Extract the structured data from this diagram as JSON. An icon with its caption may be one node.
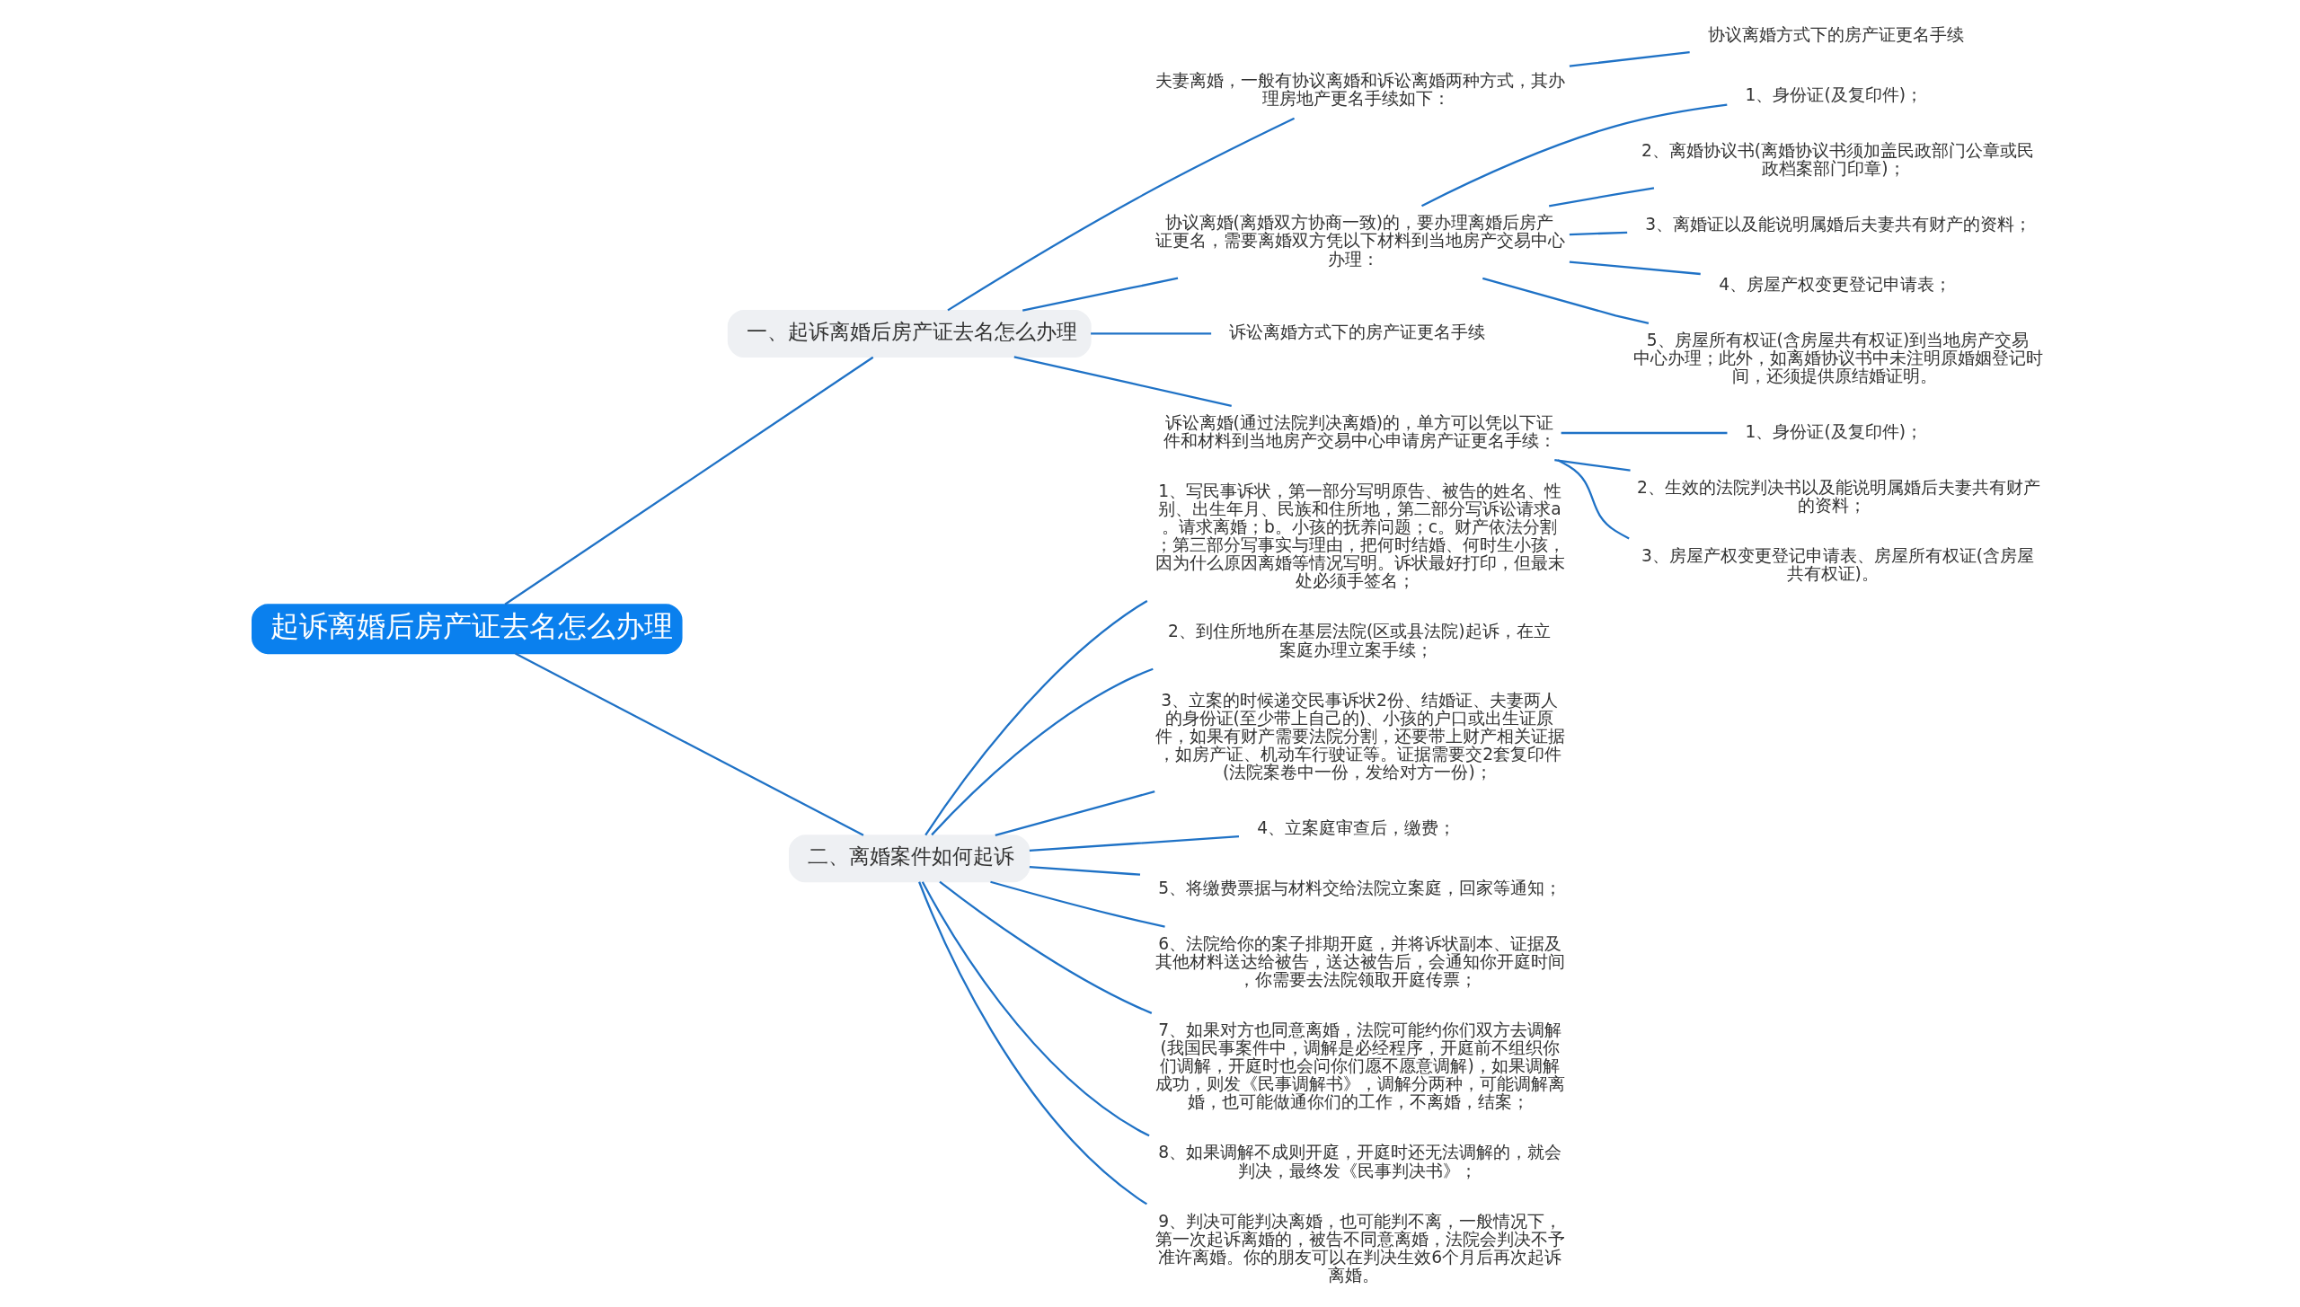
{
  "diagram": {
    "nodes": [
      {
        "text": [
          "起诉离婚后房产证去名怎么办理"
        ]
      },
      {
        "text": [
          "一、起诉离婚后房产证去名怎么办理"
        ]
      },
      {
        "text": [
          "夫妻离婚，一般有协议离婚和诉讼离婚两种方式，其办理房地产更名手续如下："
        ]
      },
      {
        "text": [
          "协议离婚方式下的房产证更名手续"
        ]
      },
      {
        "text": [
          "协议离婚(离婚双方协商一致)的，要办理离婚后房产证更名，需要离婚双方凭以下材料到当地房产交易中心办理："
        ]
      },
      {
        "text": [
          "1、身份证(及复印件)；"
        ]
      },
      {
        "text": [
          "2、离婚协议书(离婚协议书须加盖民政部门公章或民政档案部门印章)；"
        ]
      },
      {
        "text": [
          "3、离婚证以及能说明属婚后夫妻共有财产的资料；"
        ]
      },
      {
        "text": [
          "4、房屋产权变更登记申请表；"
        ]
      },
      {
        "text": [
          "5、房屋所有权证(含房屋共有权证)到当地房产交易中心办理；此外，如离婚协议书中未注明原婚姻登记时间，还须提供原结婚证明。"
        ]
      },
      {
        "text": [
          "诉讼离婚方式下的房产证更名手续"
        ]
      },
      {
        "text": [
          "诉讼离婚(通过法院判决离婚)的，单方可以凭以下证件和材料到当地房产交易中心申请房产证更名手续："
        ]
      },
      {
        "text": [
          "1、身份证(及复印件)；"
        ]
      },
      {
        "text": [
          "2、生效的法院判决书以及能说明属婚后夫妻共有财产的资料；"
        ]
      },
      {
        "text": [
          "3、房屋产权变更登记申请表、房屋所有权证(含房屋共有权证)。"
        ]
      },
      {
        "text": [
          "二、离婚案件如何起诉"
        ]
      },
      {
        "text": [
          "1、写民事诉状，第一部分写明原告、被告的姓名、性别、出生年月、民族和住所地，第二部分写诉讼请求a。请求离婚；b。小孩的抚养问题；c。财产依法分割；第三部分写事实与理由，把何时结婚、何时生小孩，因为什么原因离婚等情况写明。诉状最好打印，但最末处必须手签名；"
        ]
      },
      {
        "text": [
          "2、到住所地所在基层法院(区或县法院)起诉，在立案庭办理立案手续；"
        ]
      },
      {
        "text": [
          "3、立案的时候递交民事诉状2份、结婚证、夫妻两人的身份证(至少带上自己的)、小孩的户口或出生证原件，如果有财产需要法院分割，还要带上财产相关证据，如房产证、机动车行驶证等。证据需要交2套复印件(法院案卷中一份，发给对方一份)；"
        ]
      },
      {
        "text": [
          "4、立案庭审查后，缴费；"
        ]
      },
      {
        "text": [
          "5、将缴费票据与材料交给法院立案庭，回家等通知；"
        ]
      },
      {
        "text": [
          "6、法院给你的案子排期开庭，并将诉状副本、证据及其他材料送达给被告，送达被告后，会通知你开庭时间，你需要去法院领取开庭传票；"
        ]
      },
      {
        "text": [
          "7、如果对方也同意离婚，法院可能约你们双方去调解(我国民事案件中，调解是必经程序，开庭前不组织你们调解，开庭时也会问你们愿不愿意调解)，如果调解成功，则发《民事调解书》，调解分两种，可能调解离婚，也可能做通你们的工作，不离婚，结案；"
        ]
      },
      {
        "text": [
          "8、如果调解不成则开庭，开庭时还无法调解的，就会判决，最终发《民事判决书》；"
        ]
      },
      {
        "text": [
          "9、判决可能判决离婚，也可能判不离，一般情况下，第一次起诉离婚的，被告不同意离婚，法院会判决不予准许离婚。你的朋友可以在判决生效6个月后再次起诉离婚。"
        ]
      }
    ],
    "edges": [
      {
        "from": 0,
        "to": 1,
        "arrow": "none"
      },
      {
        "from": 1,
        "to": 2,
        "arrow": "none"
      },
      {
        "from": 2,
        "to": 3,
        "arrow": "none"
      },
      {
        "from": 1,
        "to": 4,
        "arrow": "none"
      },
      {
        "from": 4,
        "to": 5,
        "arrow": "none"
      },
      {
        "from": 4,
        "to": 6,
        "arrow": "none"
      },
      {
        "from": 4,
        "to": 7,
        "arrow": "none"
      },
      {
        "from": 4,
        "to": 8,
        "arrow": "none"
      },
      {
        "from": 4,
        "to": 9,
        "arrow": "none"
      },
      {
        "from": 1,
        "to": 10,
        "arrow": "none"
      },
      {
        "from": 1,
        "to": 11,
        "arrow": "none"
      },
      {
        "from": 11,
        "to": 12,
        "arrow": "none"
      },
      {
        "from": 11,
        "to": 13,
        "arrow": "none"
      },
      {
        "from": 11,
        "to": 14,
        "arrow": "none"
      },
      {
        "from": 0,
        "to": 15,
        "arrow": "none"
      },
      {
        "from": 15,
        "to": 16,
        "arrow": "none"
      },
      {
        "from": 15,
        "to": 17,
        "arrow": "none"
      },
      {
        "from": 15,
        "to": 18,
        "arrow": "none"
      },
      {
        "from": 15,
        "to": 19,
        "arrow": "none"
      },
      {
        "from": 15,
        "to": 20,
        "arrow": "none"
      },
      {
        "from": 15,
        "to": 21,
        "arrow": "none"
      },
      {
        "from": 15,
        "to": 22,
        "arrow": "none"
      },
      {
        "from": 15,
        "to": 23,
        "arrow": "none"
      },
      {
        "from": 15,
        "to": 24,
        "arrow": "none"
      }
    ]
  }
}
